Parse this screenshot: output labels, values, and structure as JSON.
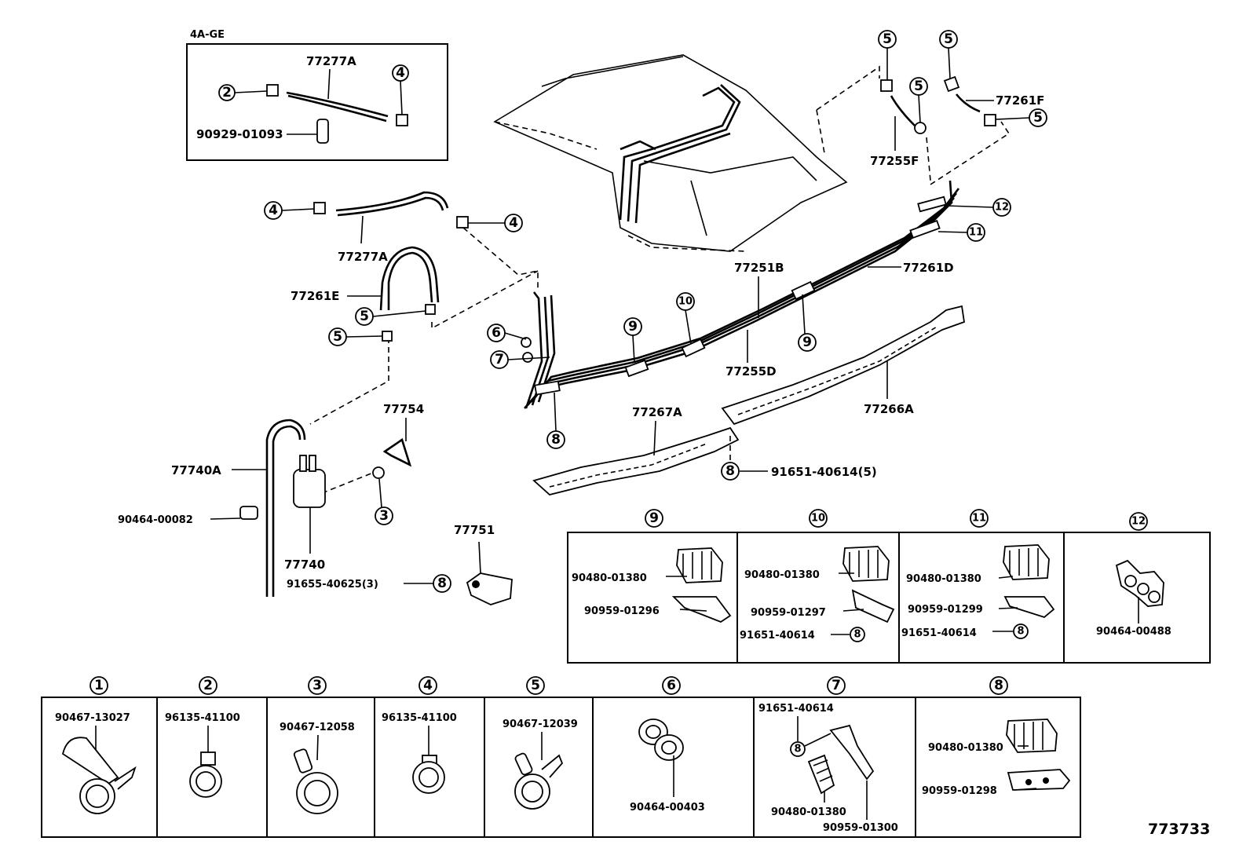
{
  "title_note": "4A-GE",
  "diagram_id": "773733",
  "inset": {
    "hose": "77277A",
    "clip": "90929-01093",
    "callouts": [
      "2",
      "4"
    ]
  },
  "main_labels": {
    "hose_upper": "77277A",
    "hose_e": "77261E",
    "hose_f": "77261F",
    "hose_255f": "77255F",
    "pipe_251b": "77251B",
    "pipe_261d": "77261D",
    "pipe_255d": "77255D",
    "protector_267a": "77267A",
    "protector_266a": "77266A",
    "bolt_protector": "91651-40614(5)",
    "vsv_hose": "77740A",
    "vsv": "77740",
    "hose_754": "77754",
    "clamp_082": "90464-00082",
    "bracket": "77751",
    "bolt_bracket": "91655-40625(3)"
  },
  "callout_numbers": {
    "c1": "1",
    "c2": "2",
    "c3": "3",
    "c4": "4",
    "c5": "5",
    "c6": "6",
    "c7": "7",
    "c8": "8",
    "c9": "9",
    "c10": "10",
    "c11": "11",
    "c12": "12"
  },
  "clamp_details_top": [
    {
      "num": "9",
      "parts": [
        "90480-01380",
        "90959-01296"
      ]
    },
    {
      "num": "10",
      "parts": [
        "90480-01380",
        "90959-01297",
        "91651-40614"
      ]
    },
    {
      "num": "11",
      "parts": [
        "90480-01380",
        "90959-01299",
        "91651-40614"
      ]
    },
    {
      "num": "12",
      "parts": [
        "90464-00488"
      ]
    }
  ],
  "clamp_details_bottom": [
    {
      "num": "1",
      "parts": [
        "90467-13027"
      ]
    },
    {
      "num": "2",
      "parts": [
        "96135-41100"
      ]
    },
    {
      "num": "3",
      "parts": [
        "90467-12058"
      ]
    },
    {
      "num": "4",
      "parts": [
        "96135-41100"
      ]
    },
    {
      "num": "5",
      "parts": [
        "90467-12039"
      ]
    },
    {
      "num": "6",
      "parts": [
        "90464-00403"
      ]
    },
    {
      "num": "7",
      "parts": [
        "91651-40614",
        "90480-01380",
        "90959-01300"
      ]
    },
    {
      "num": "8",
      "parts": [
        "90480-01380",
        "90959-01298"
      ]
    }
  ]
}
